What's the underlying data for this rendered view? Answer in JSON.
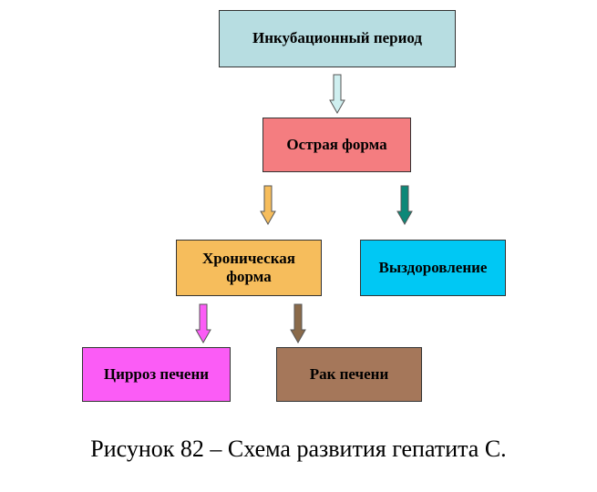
{
  "diagram": {
    "nodes": [
      {
        "id": "incubation",
        "label": "Инкубационный период",
        "color": "#b7dde1"
      },
      {
        "id": "acute",
        "label": "Острая форма",
        "color": "#f47d80"
      },
      {
        "id": "chronic",
        "label": "Хроническая форма",
        "color": "#f6bd5c"
      },
      {
        "id": "recovery",
        "label": "Выздоровление",
        "color": "#00c8f4"
      },
      {
        "id": "cirrhosis",
        "label": "Цирроз печени",
        "color": "#fb5cf6"
      },
      {
        "id": "cancer",
        "label": "Рак печени",
        "color": "#a5775a"
      }
    ],
    "edges": [
      {
        "from": "incubation",
        "to": "acute",
        "color": "#cfeff0"
      },
      {
        "from": "acute",
        "to": "chronic",
        "color": "#f6bd5c"
      },
      {
        "from": "acute",
        "to": "recovery",
        "color": "#0d8878"
      },
      {
        "from": "chronic",
        "to": "cirrhosis",
        "color": "#fb5cf6"
      },
      {
        "from": "chronic",
        "to": "cancer",
        "color": "#8a6a4a"
      }
    ]
  },
  "caption": "Рисунок 82 – Схема развития гепатита С."
}
